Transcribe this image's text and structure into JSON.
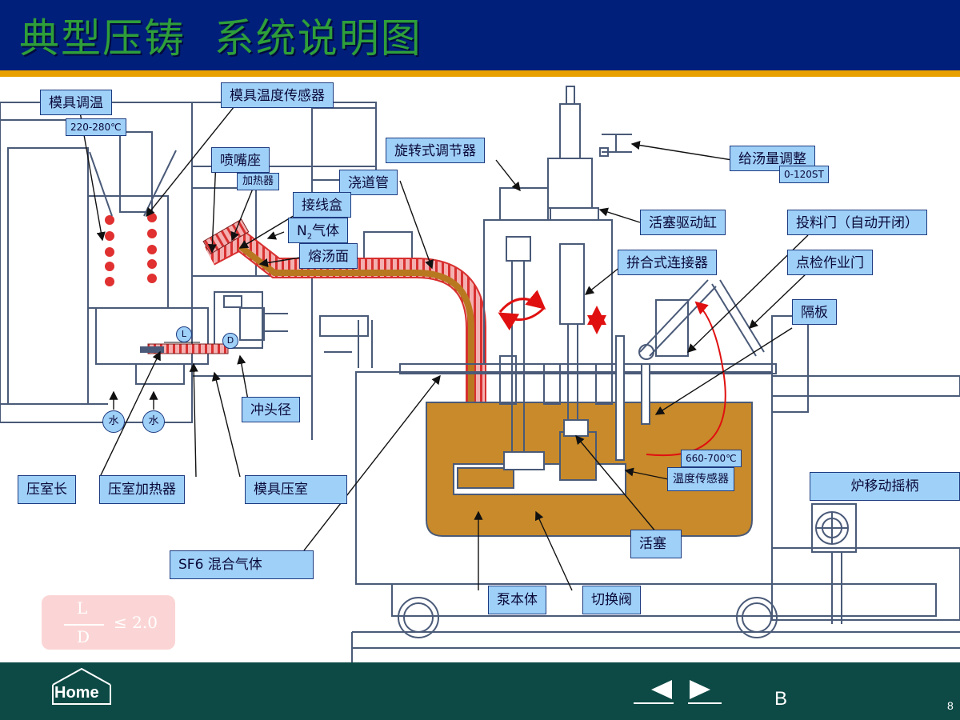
{
  "title": "典型压铸  系统说明图",
  "labels": {
    "mold_temp_ctrl": "模具调温",
    "mold_temp_range": "220-280℃",
    "mold_temp_sensor": "模具温度传感器",
    "nozzle_seat": "喷嘴座",
    "heater": "加热器",
    "gooseneck": "浇道管",
    "junction_box": "接线盒",
    "n2_gas_prefix": "N",
    "n2_gas_sub": "2",
    "n2_gas_suffix": "气体",
    "melt_surface": "熔汤面",
    "rotary_regulator": "旋转式调节器",
    "feed_adjust": "给汤量调整",
    "feed_range": "0-120ST",
    "piston_cylinder": "活塞驱动缸",
    "charging_door": "投料门（自动开闭）",
    "split_connector": "拚合式连接器",
    "inspection_door": "点检作业门",
    "partition": "隔板",
    "plunger_dia": "冲头径",
    "temp_range": "660-700℃",
    "temp_sensor": "温度传感器",
    "furnace_handle": "炉移动摇柄",
    "chamber_length": "压室长",
    "chamber_heater": "压室加热器",
    "mold_chamber": "模具压室",
    "sf6_gas": "SF6 混合气体",
    "piston": "活塞",
    "pump_body": "泵本体",
    "switch_valve": "切换阀",
    "water_1": "水",
    "water_2": "水",
    "dim_l": "L",
    "dim_d": "D"
  },
  "formula": {
    "numerator": "L",
    "denominator": "D",
    "relation": "≤ 2.0"
  },
  "footer": {
    "home_label": "Home",
    "nav_letter": "B",
    "page_number": "8"
  },
  "colors": {
    "header_bg": "#001f7a",
    "title_text": "#2e9e3a",
    "accent_stripe": "#e8a000",
    "label_bg": "#9fd0f8",
    "molten_metal": "#c88a2a",
    "footer_bg": "#0d4a45",
    "formula_bg": "#fbd5d5"
  },
  "icons": {
    "home": "home-house-icon",
    "prev": "triangle-left-icon",
    "next": "triangle-right-icon",
    "rotation": "curved-arrow-icon"
  }
}
